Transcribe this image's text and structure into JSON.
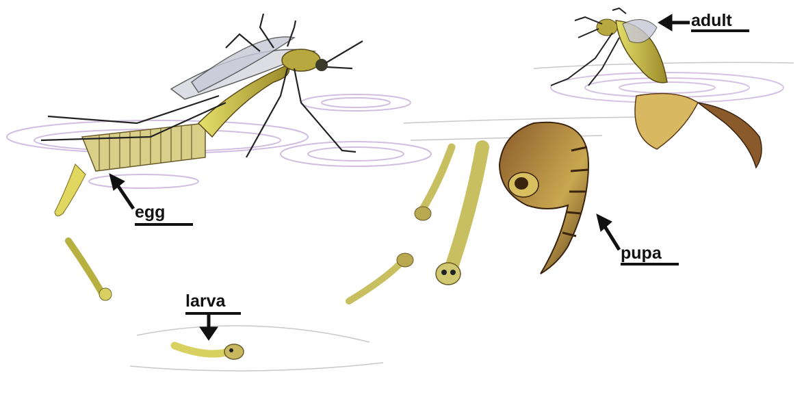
{
  "labels": {
    "adult": "adult",
    "egg": "egg",
    "pupa": "pupa",
    "larva": "larva"
  },
  "colors": {
    "ink": "#111111",
    "ripple": "#b89ad0",
    "body_yellow": "#d8d24a",
    "body_brown": "#7a4a22",
    "wing": "#c8c8d8"
  }
}
